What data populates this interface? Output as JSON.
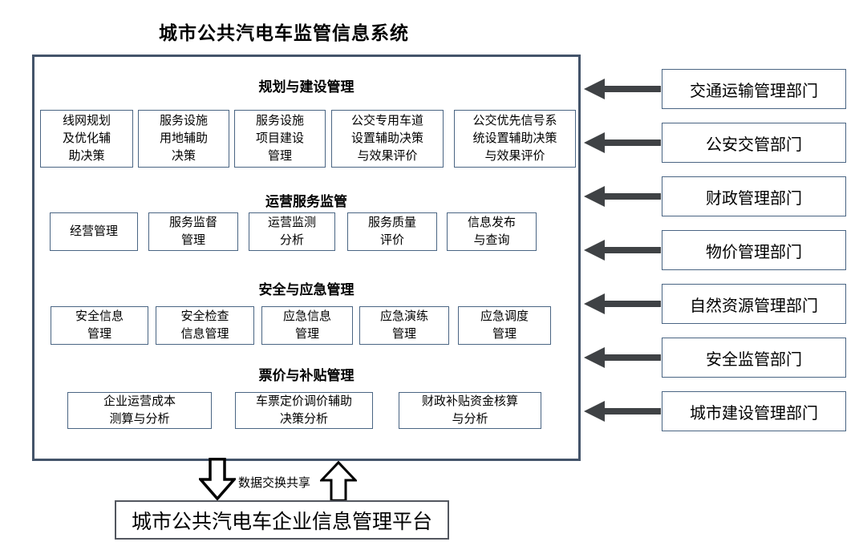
{
  "title": "城市公共汽电车监管信息系统",
  "system": {
    "sections": [
      {
        "header": "规划与建设管理",
        "modules": [
          "线网规划\n及优化辅\n助决策",
          "服务设施\n用地辅助\n决策",
          "服务设施\n项目建设\n管理",
          "公交专用车道\n设置辅助决策\n与效果评价",
          "公交优先信号系\n统设置辅助决策\n与效果评价"
        ]
      },
      {
        "header": "运营服务监管",
        "modules": [
          "经营管理",
          "服务监督\n管理",
          "运营监测\n分析",
          "服务质量\n评价",
          "信息发布\n与查询"
        ]
      },
      {
        "header": "安全与应急管理",
        "modules": [
          "安全信息\n管理",
          "安全检查\n信息管理",
          "应急信息\n管理",
          "应急演练\n管理",
          "应急调度\n管理"
        ]
      },
      {
        "header": "票价与补贴管理",
        "modules": [
          "企业运营成本\n测算与分析",
          "车票定价调价辅助\n决策分析",
          "财政补贴资金核算\n与分析"
        ]
      }
    ]
  },
  "departments": [
    "交通运输管理部门",
    "公安交管部门",
    "财政管理部门",
    "物价管理部门",
    "自然资源管理部门",
    "安全监管部门",
    "城市建设管理部门"
  ],
  "exchange": {
    "label": "数据交换共享"
  },
  "platform": {
    "title": "城市公共汽电车企业信息管理平台"
  },
  "colors": {
    "outer_border": "#44546A",
    "module_border": "#4a6583",
    "arrow": "#3f4245",
    "block_arrow_outline": "#000000",
    "text": "#000000"
  }
}
